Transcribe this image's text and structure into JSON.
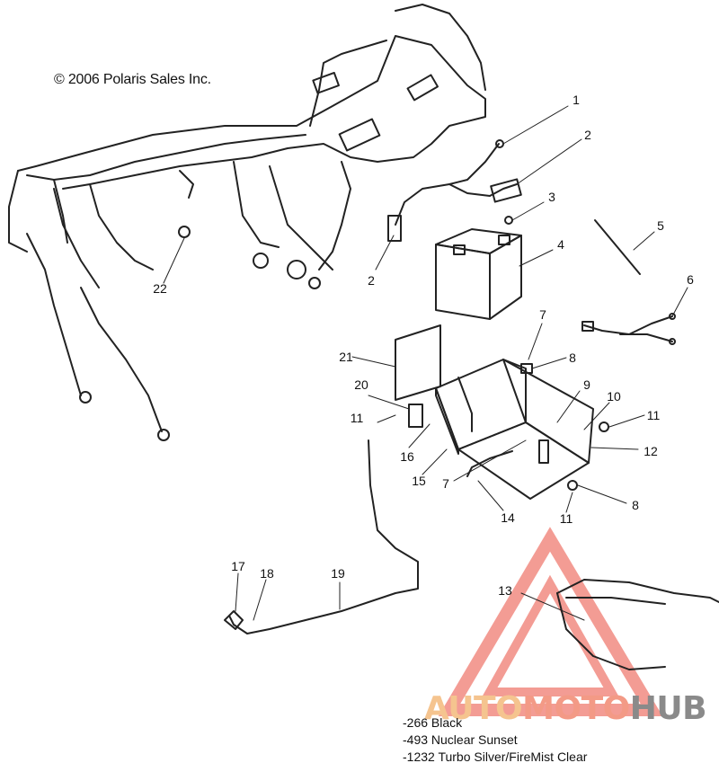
{
  "copyright": "© 2006 Polaris Sales Inc.",
  "callouts": [
    {
      "id": "c1",
      "text": "1"
    },
    {
      "id": "c2a",
      "text": "2"
    },
    {
      "id": "c2b",
      "text": "2"
    },
    {
      "id": "c3",
      "text": "3"
    },
    {
      "id": "c4",
      "text": "4"
    },
    {
      "id": "c5",
      "text": "5"
    },
    {
      "id": "c6",
      "text": "6"
    },
    {
      "id": "c7a",
      "text": "7"
    },
    {
      "id": "c7b",
      "text": "7"
    },
    {
      "id": "c8a",
      "text": "8"
    },
    {
      "id": "c8b",
      "text": "8"
    },
    {
      "id": "c9",
      "text": "9"
    },
    {
      "id": "c10",
      "text": "10"
    },
    {
      "id": "c11a",
      "text": "11"
    },
    {
      "id": "c11b",
      "text": "11"
    },
    {
      "id": "c11c",
      "text": "11"
    },
    {
      "id": "c12",
      "text": "12"
    },
    {
      "id": "c13",
      "text": "13"
    },
    {
      "id": "c14",
      "text": "14"
    },
    {
      "id": "c15",
      "text": "15"
    },
    {
      "id": "c16",
      "text": "16"
    },
    {
      "id": "c17",
      "text": "17"
    },
    {
      "id": "c18",
      "text": "18"
    },
    {
      "id": "c19",
      "text": "19"
    },
    {
      "id": "c20",
      "text": "20"
    },
    {
      "id": "c21",
      "text": "21"
    },
    {
      "id": "c22",
      "text": "22"
    }
  ],
  "color_codes": [
    "-266  Black",
    "-493  Nuclear Sunset",
    "-1232 Turbo Silver/FireMist Clear"
  ],
  "watermark": {
    "part1": "AUTO",
    "part2": "MOTO",
    "part3": "HUB",
    "colors": {
      "auto": "#f5c48f",
      "moto": "#f39a86",
      "hub": "#8a8a8a",
      "triangle": "#f28b82"
    }
  }
}
